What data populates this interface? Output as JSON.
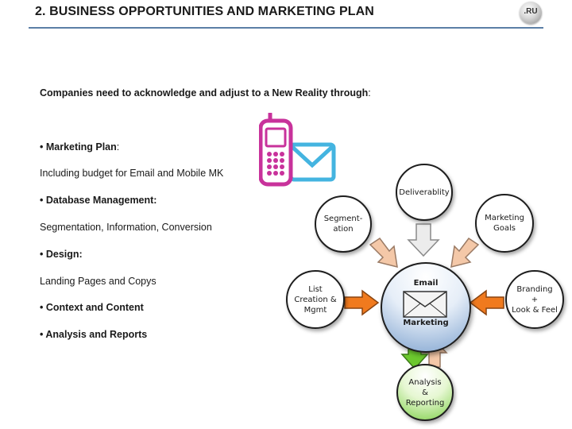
{
  "header": {
    "title": "2. BUSINESS OPPORTUNITIES AND MARKETING PLAN",
    "logo_text": ".RU"
  },
  "intro": {
    "main": "Companies need to acknowledge and adjust to a New  Reality through",
    "colon": ":"
  },
  "items": [
    {
      "bullet": "• Marketing Plan",
      "suffix": ":",
      "detail": "Including budget for Email and Mobile MK"
    },
    {
      "bullet": "• Database Management:",
      "detail": "Segmentation, Information, Conversion"
    },
    {
      "bullet": "• Design:",
      "detail": "Landing Pages and Copys"
    },
    {
      "bullet": "• Context and Content"
    },
    {
      "bullet": "• Analysis and Reports"
    }
  ],
  "diagram": {
    "hub_top": "Email",
    "hub_bottom": "Marketing",
    "nodes": {
      "deliverability": "Deliverablity",
      "segmentation": "Segment-\nation",
      "goals": "Marketing\nGoals",
      "list": "List\nCreation &\nMgmt",
      "branding": "Branding\n+\nLook & Feel",
      "analysis": "Analysis\n&\nReporting"
    },
    "colors": {
      "gray_arrow": "#ececec",
      "peach_arrow": "#f4c8a8",
      "orange_arrow": "#f07a1e",
      "green_arrow": "#6cc82e",
      "hub_blue": "#7fa3cf",
      "phone_magenta": "#c8329b",
      "envelope_blue": "#44b4e0"
    }
  }
}
